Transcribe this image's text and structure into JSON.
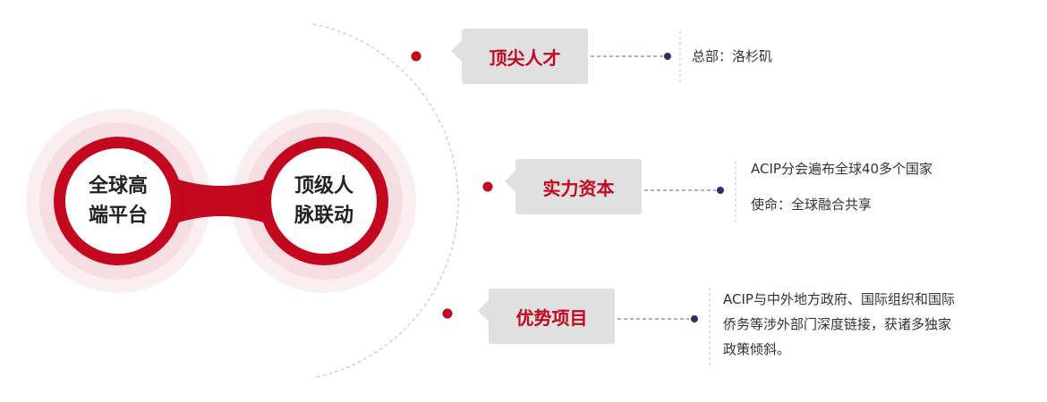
{
  "hubs": [
    {
      "label": "全球高\n端平台"
    },
    {
      "label": "顶级人\n脉联动"
    }
  ],
  "items": [
    {
      "tag": "顶尖人才",
      "lines": [
        "总部：洛杉矶"
      ]
    },
    {
      "tag": "实力资本",
      "lines": [
        "ACIP分会遍布全球40多个国家",
        "使命：全球融合共享"
      ]
    },
    {
      "tag": "优势项目",
      "lines": [
        "ACIP与中外地方政府、国际组织和国际",
        "侨务等涉外部门深度链接，获诸多独家",
        "政策倾斜。"
      ]
    }
  ],
  "colors": {
    "accent": "#c2071f",
    "tag_bg": "#e0e0e0",
    "connector_dot": "#2b2f6b",
    "glow": "#f6d7dc"
  }
}
